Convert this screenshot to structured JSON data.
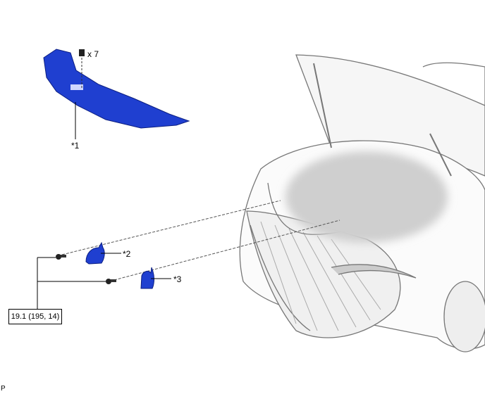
{
  "labels": {
    "part1": "*1",
    "part2": "*2",
    "part3": "*3",
    "clip_count": "x 7",
    "torque": "19.1 (195, 14)",
    "page_marker": "P"
  },
  "colors": {
    "part": "#1f3fd0",
    "line": "#000000",
    "car": "#888888"
  }
}
